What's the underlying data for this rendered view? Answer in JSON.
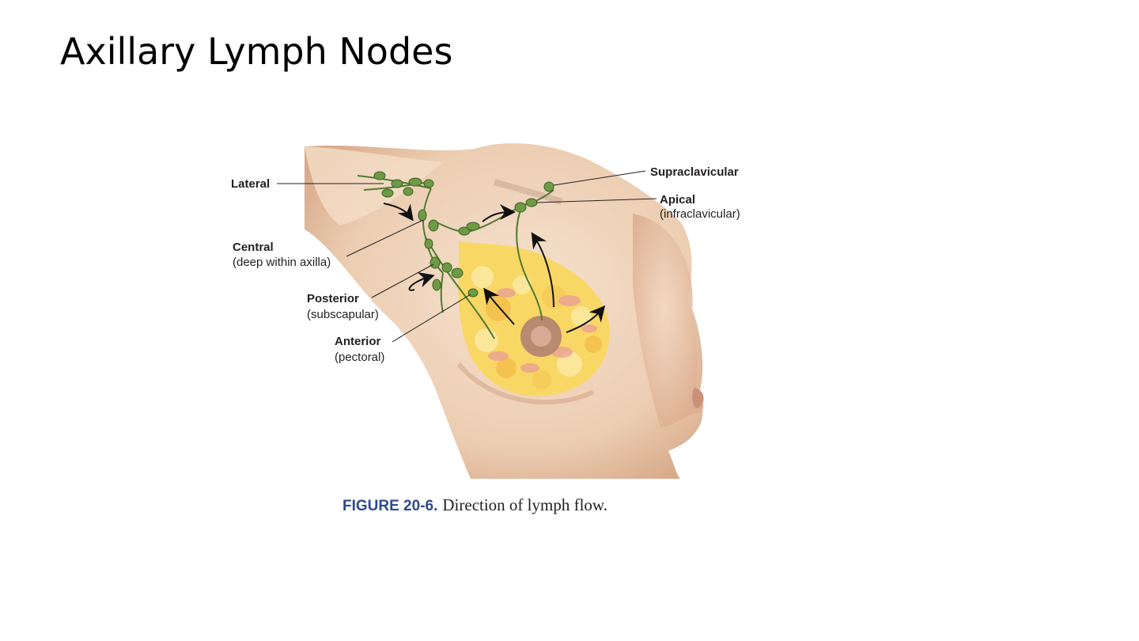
{
  "slide": {
    "title": "Axillary Lymph Nodes"
  },
  "figure": {
    "labels": {
      "lateral": "Lateral",
      "central": "Central",
      "central_sub": "(deep within axilla)",
      "posterior": "Posterior",
      "posterior_sub": "(subscapular)",
      "anterior": "Anterior",
      "anterior_sub": "(pectoral)",
      "supraclavicular": "Supraclavicular",
      "apical": "Apical",
      "apical_sub": "(infraclavicular)"
    },
    "caption": {
      "number": "FIGURE 20-6.",
      "text": "Direction of lymph flow."
    },
    "colors": {
      "skin": "#f0d6be",
      "skin_shadow": "#d9b294",
      "gland": "#f7d55a",
      "node": "#6e9a45",
      "caption_accent": "#2e4a8c"
    }
  }
}
